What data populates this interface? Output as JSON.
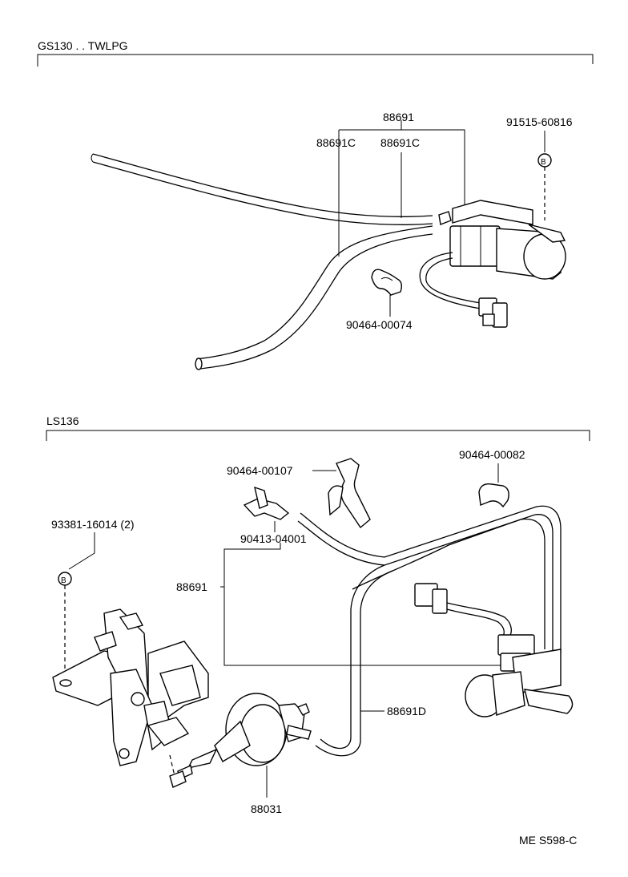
{
  "sections": [
    {
      "title": "GS130 . . TWLPG"
    },
    {
      "title": "LS136"
    }
  ],
  "labels": {
    "gs_88691": "88691",
    "gs_88691c_a": "88691C",
    "gs_88691c_b": "88691C",
    "gs_91515": "91515-60816",
    "gs_90464_74": "90464-00074",
    "ls_90464_107": "90464-00107",
    "ls_90464_82": "90464-00082",
    "ls_93381": "93381-16014 (2)",
    "ls_90413": "90413-04001",
    "ls_88691": "88691",
    "ls_88691d": "88691D",
    "ls_88031": "88031"
  },
  "footer": "ME  S598-C"
}
